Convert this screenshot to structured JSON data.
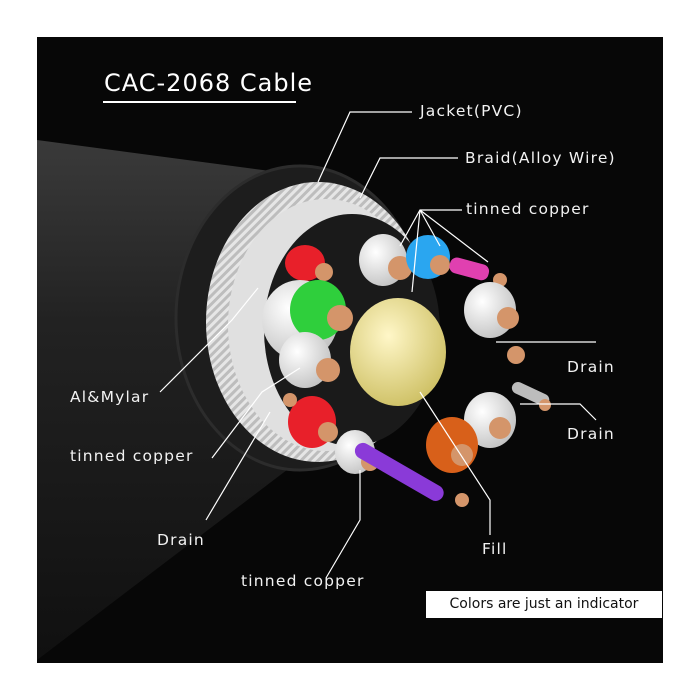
{
  "title": "CAC-2068 Cable",
  "labels": {
    "jacket": "Jacket(PVC)",
    "braid": "Braid(Alloy Wire)",
    "tinned_copper_top": "tinned copper",
    "drain_right_1": "Drain",
    "drain_right_2": "Drain",
    "al_mylar": "Al&Mylar",
    "tinned_copper_left": "tinned copper",
    "drain_left": "Drain",
    "tinned_copper_bottom": "tinned copper",
    "fill": "Fill"
  },
  "note": "Colors are just an indicator",
  "colors": {
    "background": "#070707",
    "jacket": "#1c1c1c",
    "braid": "#cfcfcf",
    "fill_core": "#e8dc8a",
    "wire_red": "#e8202a",
    "wire_green": "#2fcf3c",
    "wire_blue": "#2aa6f0",
    "wire_pink": "#e040b0",
    "wire_purple": "#8a3ad8",
    "wire_orange": "#d8601a",
    "copper": "#d4956a"
  }
}
